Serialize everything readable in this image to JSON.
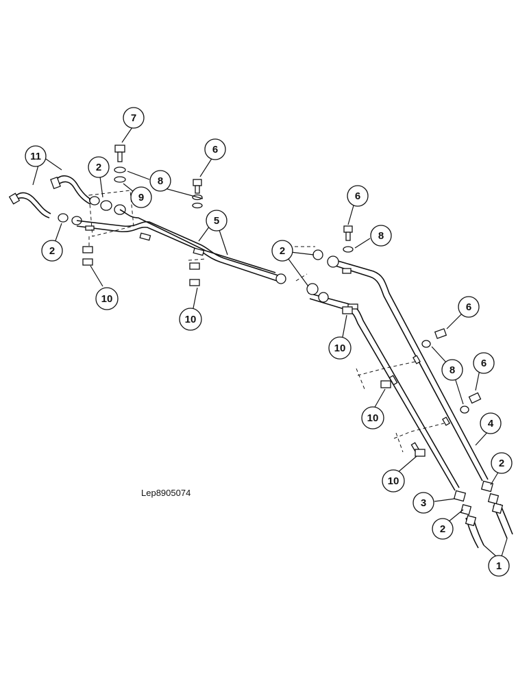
{
  "drawing_ref": "Lep8905074",
  "callouts": [
    {
      "id": "c11",
      "label": "11"
    },
    {
      "id": "c2a",
      "label": "2"
    },
    {
      "id": "c7",
      "label": "7"
    },
    {
      "id": "c6a",
      "label": "6"
    },
    {
      "id": "c8a",
      "label": "8"
    },
    {
      "id": "c9",
      "label": "9"
    },
    {
      "id": "c5",
      "label": "5"
    },
    {
      "id": "c2b",
      "label": "2"
    },
    {
      "id": "c10a",
      "label": "10"
    },
    {
      "id": "c10b",
      "label": "10"
    },
    {
      "id": "c6b",
      "label": "6"
    },
    {
      "id": "c8b",
      "label": "8"
    },
    {
      "id": "c2c",
      "label": "2"
    },
    {
      "id": "c10c",
      "label": "10"
    },
    {
      "id": "c6c",
      "label": "6"
    },
    {
      "id": "c8c",
      "label": "8"
    },
    {
      "id": "c6d",
      "label": "6"
    },
    {
      "id": "c10d",
      "label": "10"
    },
    {
      "id": "c4",
      "label": "4"
    },
    {
      "id": "c10e",
      "label": "10"
    },
    {
      "id": "c2d",
      "label": "2"
    },
    {
      "id": "c3",
      "label": "3"
    },
    {
      "id": "c2e",
      "label": "2"
    },
    {
      "id": "c1",
      "label": "1"
    }
  ]
}
